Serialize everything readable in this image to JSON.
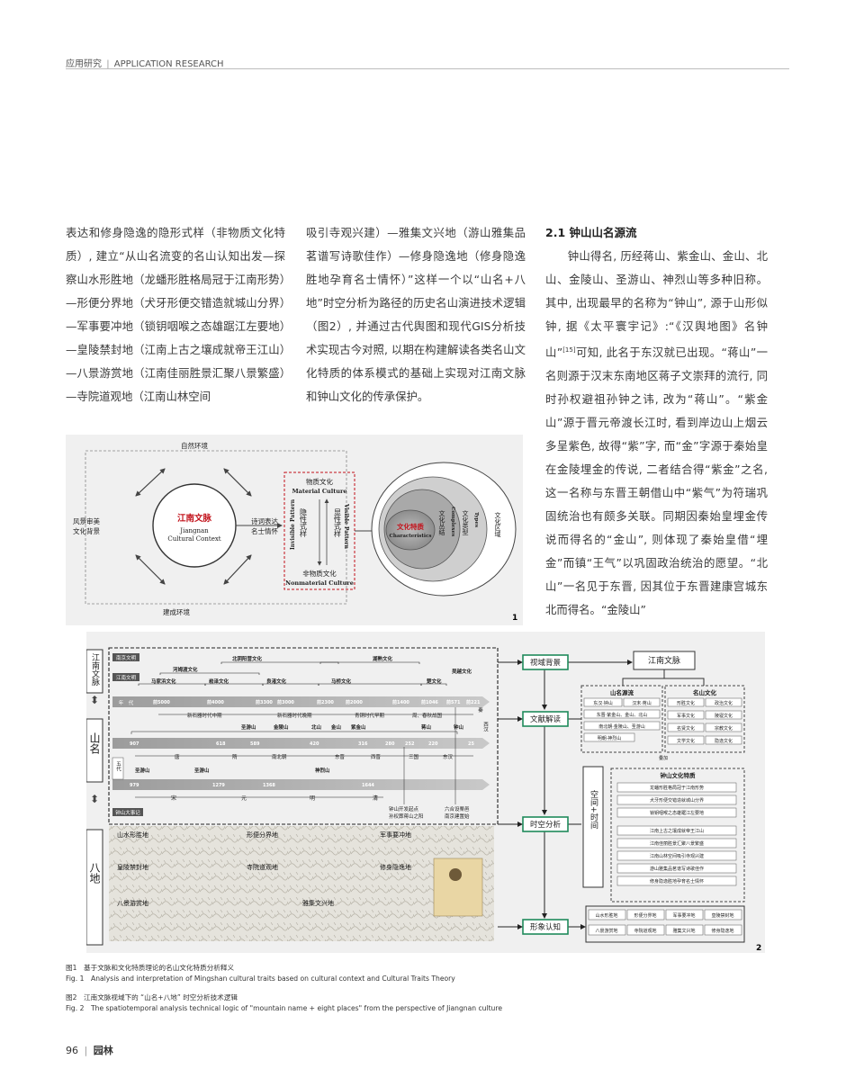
{
  "header": {
    "section": "应用研究",
    "sep": "|",
    "section_en": "APPLICATION RESEARCH"
  },
  "body": {
    "col1": "表达和修身隐逸的隐形式样（非物质文化特质）, 建立“从山名流变的名山认知出发—探察山水形胜地（龙蟠形胜格局冠于江南形势）—形便分界地（犬牙形便交错造就城山分界）—军事要冲地（锁钥咽喉之态雄踞江左要地）—皇陵禁封地（江南上古之壤成就帝王江山）—八景游赏地（江南佳丽胜景汇聚八景繁盛）—寺院道观地（江南山林空间",
    "col2": "吸引寺观兴建）—雅集文兴地（游山雅集品茗谱写诗歌佳作）—修身隐逸地（修身隐逸胜地孕育名士情怀）”这样一个以“山名+八地”时空分析为路径的历史名山演进技术逻辑（图2）, 并通过古代舆图和现代GIS分析技术实现古今对照, 以期在构建解读各类名山文化特质的体系模式的基础上实现对江南文脉和钟山文化的传承保护。",
    "col3_title": "2.1 钟山山名源流",
    "col3_a": "钟山得名, 历经蒋山、紫金山、金山、北山、金陵山、圣游山、神烈山等多种旧称。其中, 出现最早的名称为“钟山”, 源于山形似钟, 据《太平寰宇记》:“《汉舆地图》名钟山”",
    "col3_ref": "[15]",
    "col3_b": "可知, 此名于东汉就已出现。“蒋山”一名则源于汉末东南地区蒋子文崇拜的流行, 同时孙权避祖孙钟之讳, 改为“蒋山”。“紫金山”源于晋元帝渡长江时, 看到岸边山上烟云多呈紫色, 故得“紫”字, 而“金”字源于秦始皇在金陵埋金的传说, 二者结合得“紫金”之名, 这一名称与东晋王朝借山中“紫气”为符瑞巩固统治也有颇多关联。同期因秦始皇埋金传说而得名的“金山”, 则体现了秦始皇借“埋金”而镇“王气”以巩固政治统治的愿望。“北山”一名见于东晋, 因其位于东晋建康宫城东北而得名。“金陵山”"
  },
  "fig1": {
    "number": "1",
    "top": "自然环境",
    "bottom": "建成环境",
    "left_a": "风景审美",
    "left_b": "文化背景",
    "right_a": "诗词表达",
    "right_b": "名士情怀",
    "center_cn": "江南文脉",
    "center_en1": "Jiangnan",
    "center_en2": "Cultural Context",
    "mat_cn": "物质文化",
    "mat_en": "Material Culture",
    "non_cn": "非物质文化",
    "non_en": "Nonmaterial Culture",
    "invisible_cn": "隐性式样",
    "invisible_en": "Invisible Pattern",
    "visible_cn": "显性式样",
    "visible_en": "Visible Pattern",
    "core_cn": "文化特质",
    "core_en": "Characteristics",
    "complex_cn": "文化丛结",
    "complex_en": "Complexes",
    "types_cn": "文化类型",
    "types_en": "Types",
    "region_cn": "文化区域"
  },
  "fig2": {
    "number": "2",
    "left_labels": [
      "江南文脉",
      "山名",
      "八地"
    ],
    "row_labels": [
      "南京文明",
      "江南文明",
      "年　代",
      "五代",
      "钟山大事记"
    ],
    "cultures": [
      {
        "label": "北阴阳营文化"
      },
      {
        "label": "湖熟文化"
      },
      {
        "label": "河姆渡文化"
      },
      {
        "label": "吴越文化"
      },
      {
        "label": "马家浜文化"
      },
      {
        "label": "崧泽文化"
      },
      {
        "label": "良渚文化"
      },
      {
        "label": "马桥文化"
      },
      {
        "label": "楚文化"
      }
    ],
    "years": [
      "前5000",
      "前4000",
      "前3300",
      "前3000",
      "前2300",
      "前2000",
      "前1400",
      "前1046",
      "前571",
      "前221"
    ],
    "periods": [
      "新石器时代中期",
      "新石器时代晚期",
      "青铜时代早期",
      "周、春秋战国",
      "秦",
      "西汉"
    ],
    "names1": [
      "圣游山",
      "金陵山",
      "北山",
      "金山",
      "紫金山",
      "蒋山",
      "钟山"
    ],
    "years2": [
      "907",
      "618",
      "589",
      "420",
      "316",
      "280",
      "252",
      "220",
      "25"
    ],
    "dyn1": [
      "唐",
      "隋",
      "南北朝",
      "东晋",
      "西晋",
      "三国",
      "东汉"
    ],
    "names2": [
      "圣游山",
      "圣游山",
      "神烈山"
    ],
    "years3": [
      "979",
      "1279",
      "1368",
      "1644"
    ],
    "dyn2": [
      "宋",
      "元",
      "明",
      "清"
    ],
    "events": [
      {
        "a": "钟山开发起点",
        "b": "孙权葬蒋山之阳"
      },
      {
        "a": "六合设栗邑",
        "b": "南京建置始"
      }
    ],
    "places": [
      "山水形胜地",
      "形便分界地",
      "军事要冲地",
      "皇陵禁封地",
      "寺院道观地",
      "修身隐逸地",
      "八景游赏地",
      "雅集文兴地"
    ],
    "flow": [
      "视域背景",
      "文献解读",
      "时空分析",
      "形象认知"
    ],
    "context": "江南文脉",
    "source_title": "山名源流",
    "sources": [
      "东汉·钟山",
      "汉末·蒋山",
      "东晋·紫金山、金山、北山",
      "南北朝·金陵山、圣游山",
      "明朝·神烈山"
    ],
    "culture_title": "名山文化",
    "cult_items": [
      "形胜文化",
      "政治文化",
      "军事文化",
      "陵寝文化",
      "名贤文化",
      "宗教文化",
      "文学文化",
      "隐逸文化"
    ],
    "mapping": "叠加",
    "spatial": "空间+时间",
    "traits_title": "钟山文化特质",
    "traits": [
      "龙蟠形胜格局冠于江南形势",
      "犬牙形便交错造就城山分界",
      "锁钥咽喉之态雄踞江左要地",
      "江南上古之壤成就帝王江山",
      "江南佳丽胜景汇聚八景繁盛",
      "江南山林空间吸引寺观兴建",
      "游山雅集品茗谱写诗歌佳作",
      "修身隐逸胜地孕育名士情怀"
    ],
    "final": [
      "山水形胜地",
      "形便分界地",
      "军事要冲地",
      "皇陵禁封地",
      "八景游赏地",
      "寺院道观地",
      "雅集文兴地",
      "修身隐逸地"
    ]
  },
  "captions": {
    "fig1_cn": "图1　基于文脉和文化特质理论的名山文化特质分析释义",
    "fig1_en": "Fig. 1　Analysis and interpretation of Mingshan cultural traits based on cultural context and Cultural Traits Theory",
    "fig2_cn": "图2　江南文脉视域下的 “山名+八地” 时空分析技术逻辑",
    "fig2_en": "Fig. 2　The spatiotemporal analysis technical logic of \"mountain name + eight places\" from the perspective of Jiangnan culture"
  },
  "footer": {
    "page": "96",
    "sep": "|",
    "journal": "园林"
  }
}
